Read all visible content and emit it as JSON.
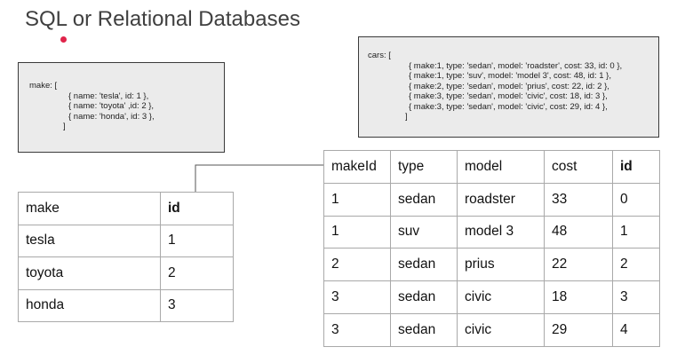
{
  "title": "SQL or Relational Databases",
  "make_code": {
    "lines": [
      "make: [",
      "{ name: 'tesla', id: 1 },",
      "{ name: 'toyota' ,id: 2 },",
      "{ name: 'honda', id: 3 },",
      "]"
    ]
  },
  "cars_code": {
    "lines": [
      "cars: [",
      "{ make:1, type: 'sedan', model: 'roadster', cost: 33, id: 0 },",
      "{ make:1, type: 'suv', model: 'model 3', cost: 48, id: 1 },",
      "{ make:2, type: 'sedan', model: 'prius', cost: 22, id: 2 },",
      "{ make:3, type: 'sedan', model: 'civic', cost: 18, id: 3 },",
      "{ make:3, type: 'sedan', model: 'civic', cost: 29, id: 4 },",
      "]"
    ]
  },
  "make_table": {
    "headers": [
      "make",
      "id"
    ],
    "rows": [
      [
        "tesla",
        "1"
      ],
      [
        "toyota",
        "2"
      ],
      [
        "honda",
        "3"
      ]
    ]
  },
  "cars_table": {
    "headers": [
      "makeId",
      "type",
      "model",
      "cost",
      "id"
    ],
    "rows": [
      [
        "1",
        "sedan",
        "roadster",
        "33",
        "0"
      ],
      [
        "1",
        "suv",
        "model 3",
        "48",
        "1"
      ],
      [
        "2",
        "sedan",
        "prius",
        "22",
        "2"
      ],
      [
        "3",
        "sedan",
        "civic",
        "18",
        "3"
      ],
      [
        "3",
        "sedan",
        "civic",
        "29",
        "4"
      ]
    ]
  },
  "colors": {
    "accent_dot": "#e0244a",
    "code_bg": "#ebebeb",
    "grid_border": "#a9a9a9"
  }
}
